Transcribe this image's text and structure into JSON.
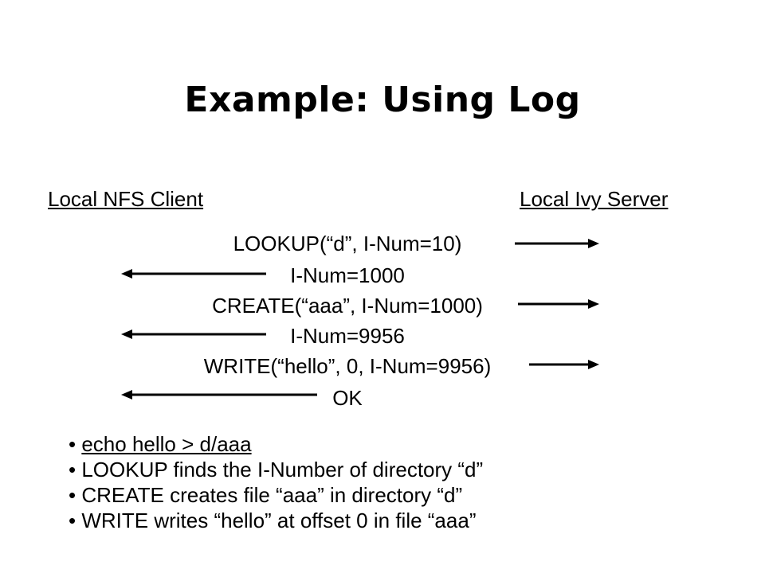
{
  "title": "Example: Using Log",
  "client_label": "Local NFS Client",
  "server_label": "Local Ivy Server",
  "messages": [
    {
      "text": "LOOKUP(“d”, I-Num=10)",
      "direction": "to-server"
    },
    {
      "text": "I-Num=1000",
      "direction": "to-client"
    },
    {
      "text": "CREATE(“aaa”, I-Num=1000)",
      "direction": "to-server"
    },
    {
      "text": "I-Num=9956",
      "direction": "to-client"
    },
    {
      "text": "WRITE(“hello”, 0, I-Num=9956)",
      "direction": "to-server"
    },
    {
      "text": "OK",
      "direction": "to-client"
    }
  ],
  "notes": [
    "echo hello > d/aaa",
    "LOOKUP finds the I-Number of directory “d”",
    "CREATE creates file “aaa” in directory “d”",
    "WRITE writes “hello” at offset 0 in file “aaa”"
  ],
  "bullet": "•"
}
